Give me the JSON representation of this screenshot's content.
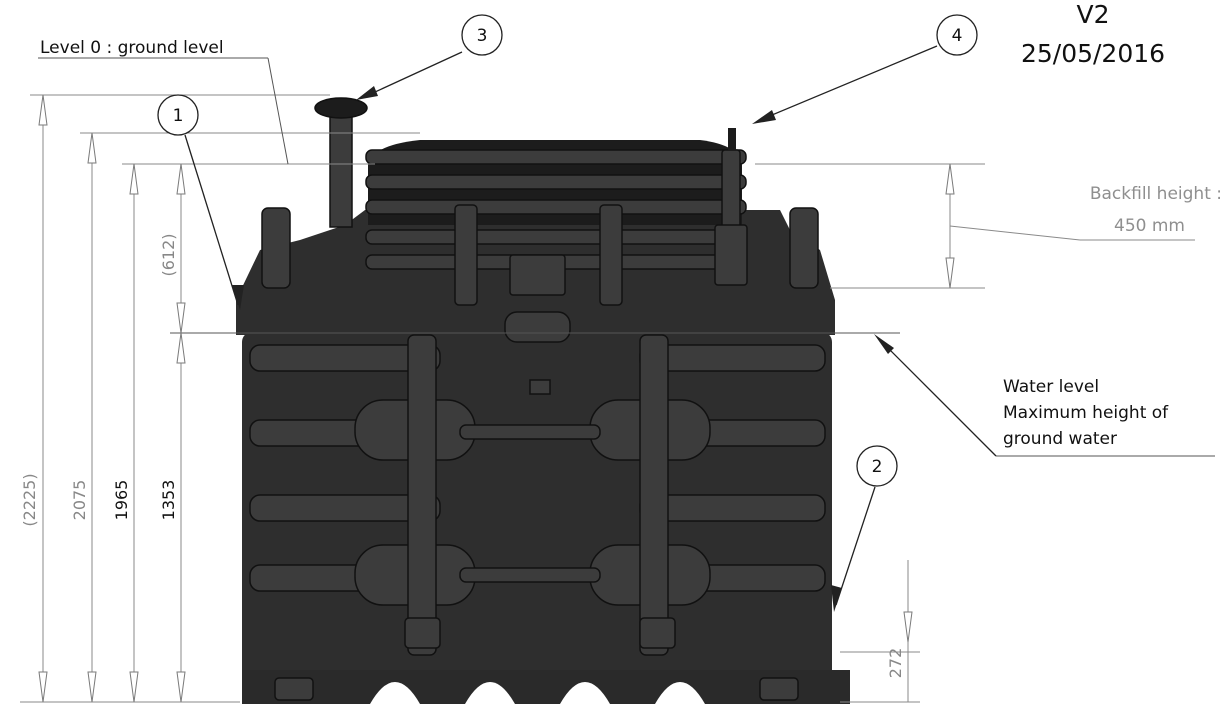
{
  "header": {
    "version": "V2",
    "date": "25/05/2016"
  },
  "labels": {
    "ground_level": "Level 0 : ground level",
    "backfill_line1": "Backfill height :",
    "backfill_line2": "450 mm",
    "water_line1": "Water level",
    "water_line2": "Maximum height of",
    "water_line3": "ground water"
  },
  "callouts": [
    "1",
    "2",
    "3",
    "4"
  ],
  "dimensions": {
    "d2225": "(2225)",
    "d2075": "2075",
    "d1965": "1965",
    "d1353": "1353",
    "d612": "(612)",
    "d272": "272"
  },
  "colors": {
    "tank": "#2e2e2e",
    "dimension": "#8a8a8a",
    "text": "#111111"
  }
}
